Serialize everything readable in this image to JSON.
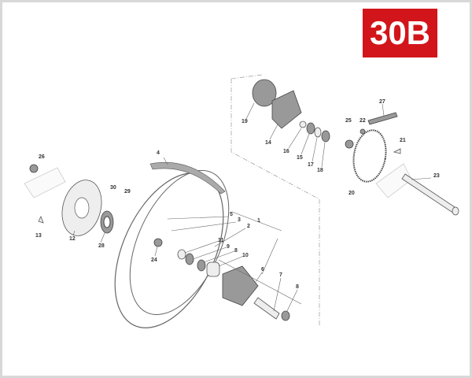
{
  "badge": {
    "text": "30B",
    "color": "#d2151a"
  },
  "part_labels": [
    {
      "id": "19",
      "text": "19"
    },
    {
      "id": "14",
      "text": "14"
    },
    {
      "id": "16",
      "text": "16"
    },
    {
      "id": "15",
      "text": "15"
    },
    {
      "id": "17",
      "text": "17"
    },
    {
      "id": "18",
      "text": "18"
    },
    {
      "id": "25",
      "text": "25"
    },
    {
      "id": "22",
      "text": "22"
    },
    {
      "id": "27",
      "text": "27"
    },
    {
      "id": "21",
      "text": "21"
    },
    {
      "id": "20",
      "text": "20"
    },
    {
      "id": "23",
      "text": "23"
    },
    {
      "id": "26",
      "text": "26"
    },
    {
      "id": "4",
      "text": "4"
    },
    {
      "id": "30",
      "text": "30"
    },
    {
      "id": "29",
      "text": "29"
    },
    {
      "id": "12",
      "text": "12"
    },
    {
      "id": "13",
      "text": "13"
    },
    {
      "id": "28",
      "text": "28"
    },
    {
      "id": "24",
      "text": "24"
    },
    {
      "id": "5",
      "text": "5"
    },
    {
      "id": "3",
      "text": "3"
    },
    {
      "id": "2",
      "text": "2"
    },
    {
      "id": "1",
      "text": "1"
    },
    {
      "id": "11",
      "text": "11"
    },
    {
      "id": "9",
      "text": "9"
    },
    {
      "id": "8a",
      "text": "8"
    },
    {
      "id": "10",
      "text": "10"
    },
    {
      "id": "6",
      "text": "6"
    },
    {
      "id": "7",
      "text": "7"
    },
    {
      "id": "8b",
      "text": "8"
    }
  ]
}
